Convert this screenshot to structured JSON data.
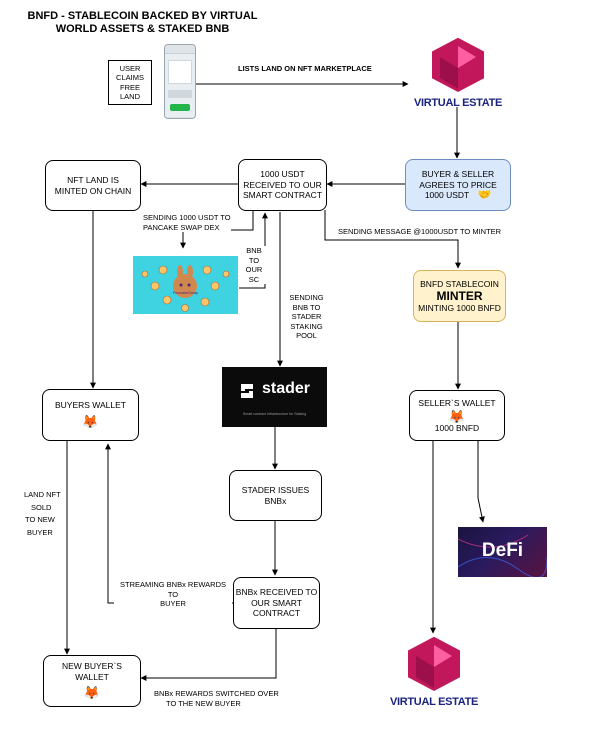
{
  "title": {
    "line1": "BNFD - STABLECOIN BACKED BY VIRTUAL",
    "line2": "WORLD ASSETS & STAKED BNB"
  },
  "user_claims": {
    "l1": "USER",
    "l2": "CLAIMS",
    "l3": "FREE",
    "l4": "LAND"
  },
  "edges": {
    "lists_land": "LISTS LAND ON NFT MARKETPLACE",
    "sending_usdt_l1": "SENDING 1000 USDT TO",
    "sending_usdt_l2": "PANCAKE SWAP DEX",
    "bnb_l1": "BNB",
    "bnb_l2": "TO OUR",
    "bnb_l3": "SC",
    "sending_message": "SENDING MESSAGE @1000USDT TO MINTER",
    "sending_bnb_l1": "SENDING",
    "sending_bnb_l2": "BNB TO",
    "sending_bnb_l3": "STADER",
    "sending_bnb_l4": "STAKING",
    "sending_bnb_l5": "POOL",
    "land_sold_l1": "LAND NFT",
    "land_sold_l2": "SOLD",
    "land_sold_l3": "TO NEW",
    "land_sold_l4": "BUYER",
    "streaming_l1": "STREAMING BNBx REWARDS TO",
    "streaming_l2": "BUYER",
    "switched_l1": "BNBx REWARDS SWITCHED OVER",
    "switched_l2": "TO THE NEW BUYER"
  },
  "nodes": {
    "nft_land": {
      "l1": "NFT LAND IS",
      "l2": "MINTED ON CHAIN"
    },
    "received_usdt": {
      "l1": "1000 USDT",
      "l2": "RECEIVED TO OUR",
      "l3": "SMART CONTRACT"
    },
    "buyer_seller": {
      "l1": "BUYER & SELLER",
      "l2": "AGREES TO PRICE",
      "l3": "1000 USDT"
    },
    "minter": {
      "l1": "BNFD STABLECOIN",
      "l2": "MINTER",
      "l3": "MINTING 1000 BNFD"
    },
    "buyers_wallet": {
      "l1": "BUYERS WALLET"
    },
    "sellers_wallet": {
      "l1": "SELLER`S WALLET",
      "l2": "1000 BNFD"
    },
    "stader_issues": {
      "l1": "STADER ISSUES",
      "l2": "BNBx"
    },
    "bnbx_received": {
      "l1": "BNBx RECEIVED TO",
      "l2": "OUR SMART",
      "l3": "CONTRACT"
    },
    "new_buyer": {
      "l1": "NEW BUYER`S",
      "l2": "WALLET"
    }
  },
  "logos": {
    "virtual_estate": "VIRTUAL ESTATE",
    "stader": "stader",
    "stader_tagline": "Smart contract infrastructure for Staking",
    "defi": "DeFi",
    "pancake_caption": "PancakeSwap"
  },
  "icons": {
    "fox": "🦊",
    "handshake": "🤝"
  },
  "colors": {
    "accent_blue": "#dae8fc",
    "accent_yellow": "#fff2cc",
    "ve_magenta": "#c2185b",
    "ve_navy": "#1a237e",
    "stader_bg": "#0b0b0b",
    "pancake_bg": "#3fd3e2"
  }
}
